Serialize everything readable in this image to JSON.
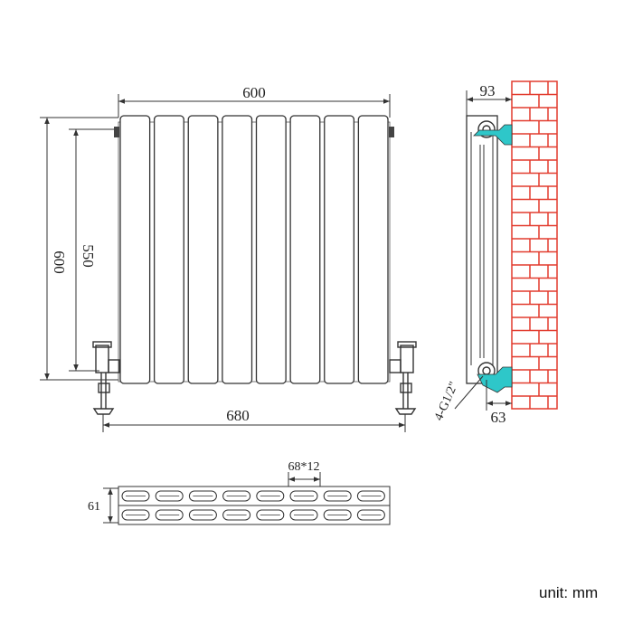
{
  "front_view": {
    "width_label": "600",
    "height_outer_label": "600",
    "height_inner_label": "550",
    "pipe_center_label": "680",
    "panel_count": 8
  },
  "side_view": {
    "depth_label": "93",
    "wall_offset_label": "63",
    "connection_label": "4-G1/2\"",
    "colors": {
      "brick": "#e23b2e",
      "bracket": "#2ec7c9"
    }
  },
  "top_view": {
    "depth_label": "61",
    "tube_label": "68*12",
    "tube_count": 8
  },
  "unit_label": "unit: mm"
}
